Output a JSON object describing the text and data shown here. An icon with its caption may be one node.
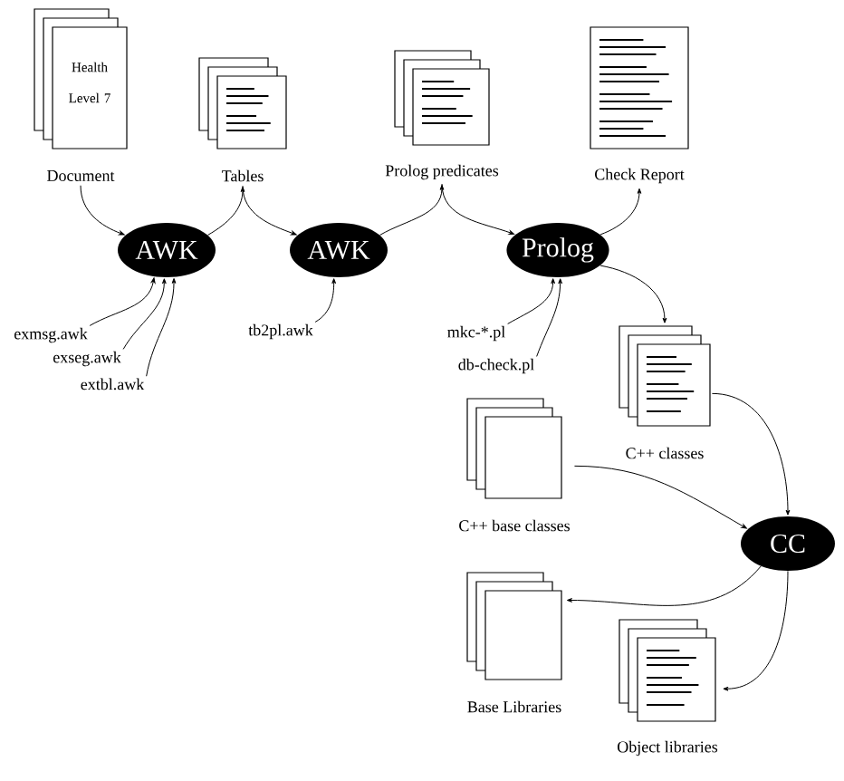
{
  "diagram": {
    "nodes": [
      {
        "text": [
          "Health Level 7",
          "Document"
        ]
      },
      {
        "text": [
          "Tables"
        ]
      },
      {
        "text": [
          "Prolog predicates"
        ]
      },
      {
        "text": [
          "Check Report"
        ]
      },
      {
        "text": [
          "AWK"
        ]
      },
      {
        "text": [
          "AWK"
        ]
      },
      {
        "text": [
          "Prolog"
        ]
      },
      {
        "text": [
          "exmsg.awk"
        ]
      },
      {
        "text": [
          "tb2pl.awk"
        ]
      },
      {
        "text": [
          "mkc-*.pl"
        ]
      },
      {
        "text": [
          "C++ classes"
        ]
      },
      {
        "text": [
          "exseg.awk"
        ]
      },
      {
        "text": [
          "db-check.pl"
        ]
      },
      {
        "text": [
          "extbl.awk"
        ]
      },
      {
        "text": [
          "C++ base classes"
        ]
      },
      {
        "text": [
          "CC"
        ]
      },
      {
        "text": [
          "Base Libraries"
        ]
      },
      {
        "text": [
          "Object libraries"
        ]
      }
    ],
    "edges": [
      {
        "from": 0,
        "to": 4,
        "arrow": "to"
      },
      {
        "from": 4,
        "to": 1,
        "arrow": "to"
      },
      {
        "from": 7,
        "to": 4,
        "arrow": "to"
      },
      {
        "from": 11,
        "to": 4,
        "arrow": "to"
      },
      {
        "from": 13,
        "to": 4,
        "arrow": "to"
      },
      {
        "from": 1,
        "to": 5,
        "arrow": "to"
      },
      {
        "from": 5,
        "to": 2,
        "arrow": "to"
      },
      {
        "from": 8,
        "to": 5,
        "arrow": "to"
      },
      {
        "from": 2,
        "to": 6,
        "arrow": "to"
      },
      {
        "from": 6,
        "to": 3,
        "arrow": "to"
      },
      {
        "from": 6,
        "to": 10,
        "arrow": "to"
      },
      {
        "from": 9,
        "to": 6,
        "arrow": "to"
      },
      {
        "from": 12,
        "to": 6,
        "arrow": "to"
      },
      {
        "from": 10,
        "to": 15,
        "arrow": "to"
      },
      {
        "from": 14,
        "to": 15,
        "arrow": "to"
      },
      {
        "from": 15,
        "to": 16,
        "arrow": "to"
      },
      {
        "from": 15,
        "to": 17,
        "arrow": "to"
      }
    ]
  }
}
